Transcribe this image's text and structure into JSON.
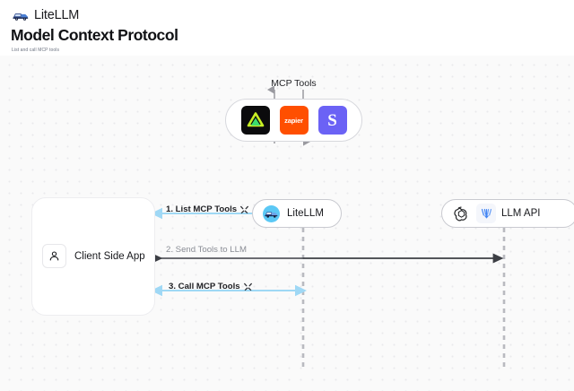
{
  "header": {
    "brand": "LiteLLM",
    "brand_icon": "truck-icon",
    "title": "Model Context Protocol",
    "subtitle": "List and call MCP tools"
  },
  "diagram": {
    "type": "sequence-diagram",
    "mcp_group": {
      "title": "MCP Tools",
      "tools": [
        {
          "name": "linear",
          "icon": "green-triangle-icon",
          "label": "",
          "bg": "#0b0b0d"
        },
        {
          "name": "zapier",
          "icon": "zapier-wordmark",
          "label": "zapier",
          "bg": "#ff4f00"
        },
        {
          "name": "slack",
          "icon": "letter-s-icon",
          "label": "S",
          "bg": "#6b62f5"
        }
      ]
    },
    "nodes": [
      {
        "id": "litellm",
        "label": "LiteLLM",
        "icon": "litellm-truck-icon"
      },
      {
        "id": "llm-api",
        "label": "LLM API",
        "icons": [
          "openai-icon",
          "vertex-ai-icon"
        ]
      },
      {
        "id": "client",
        "label": "Client Side App",
        "icon": "person-icon"
      }
    ],
    "connections": [
      {
        "id": "mcp-to-litellm-up",
        "direction": "up",
        "style": "solid",
        "color": "#9a9aa0"
      },
      {
        "id": "litellm-to-mcp-down",
        "direction": "down",
        "style": "solid",
        "color": "#9a9aa0"
      }
    ],
    "steps": [
      {
        "number": "1.",
        "text": "1. List MCP Tools",
        "icon": "wrench-icon",
        "emphasis": "dark",
        "arrow_color": "#9fd8f5"
      },
      {
        "number": "2.",
        "text": "2. Send Tools to LLM",
        "icon": "",
        "emphasis": "muted",
        "arrow_color": "#4d4f55"
      },
      {
        "number": "3.",
        "text": "3. Call MCP Tools",
        "icon": "wrench-icon",
        "emphasis": "dark",
        "arrow_color": "#9fd8f5"
      }
    ],
    "colors": {
      "canvas_bg": "#fafafa",
      "dot_grid": "#e9e9ec",
      "lifeline": "#b9bac0",
      "accent_blue": "#9fd8f5",
      "arrow_dark": "#4d4f55"
    }
  }
}
